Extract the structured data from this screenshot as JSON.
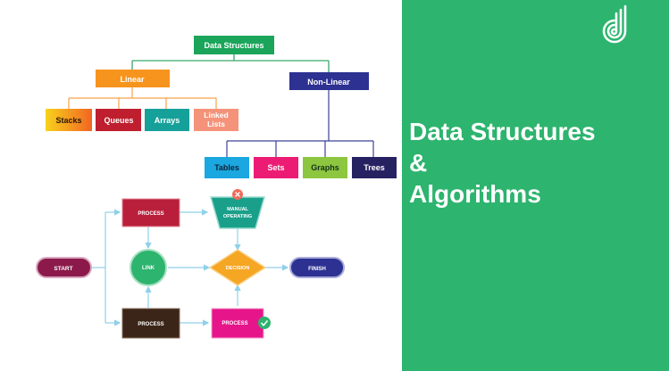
{
  "tree": {
    "root": {
      "label": "Data Structures",
      "color": "#1aa55a"
    },
    "linear": {
      "label": "Linear",
      "color": "#f7941d"
    },
    "non_linear": {
      "label": "Non-Linear",
      "color": "#2d3192"
    },
    "linear_children": [
      {
        "label": "Stacks",
        "color": "#f5c518"
      },
      {
        "label": "Queues",
        "color": "#be1e2d"
      },
      {
        "label": "Arrays",
        "color": "#16a09a"
      },
      {
        "label": "Linked Lists",
        "color": "#f4937a"
      }
    ],
    "non_linear_children": [
      {
        "label": "Tables",
        "color": "#1ba7e0"
      },
      {
        "label": "Sets",
        "color": "#ec1c74"
      },
      {
        "label": "Graphs",
        "color": "#8dc63f"
      },
      {
        "label": "Trees",
        "color": "#262262"
      }
    ]
  },
  "flowchart": {
    "start": "START",
    "process_top": "PROCESS",
    "manual_operating": "MANUAL OPERATING",
    "link": "LINK",
    "decision": "DECISION",
    "finish": "FINISH",
    "process_bottom_left": "PROCESS",
    "process_bottom_right": "PROCESS"
  },
  "banner": {
    "line1": "Data Structures",
    "line2": "&",
    "line3": "Algorithms",
    "background": "#2db46e",
    "logo_icon": "d-logo-icon"
  }
}
